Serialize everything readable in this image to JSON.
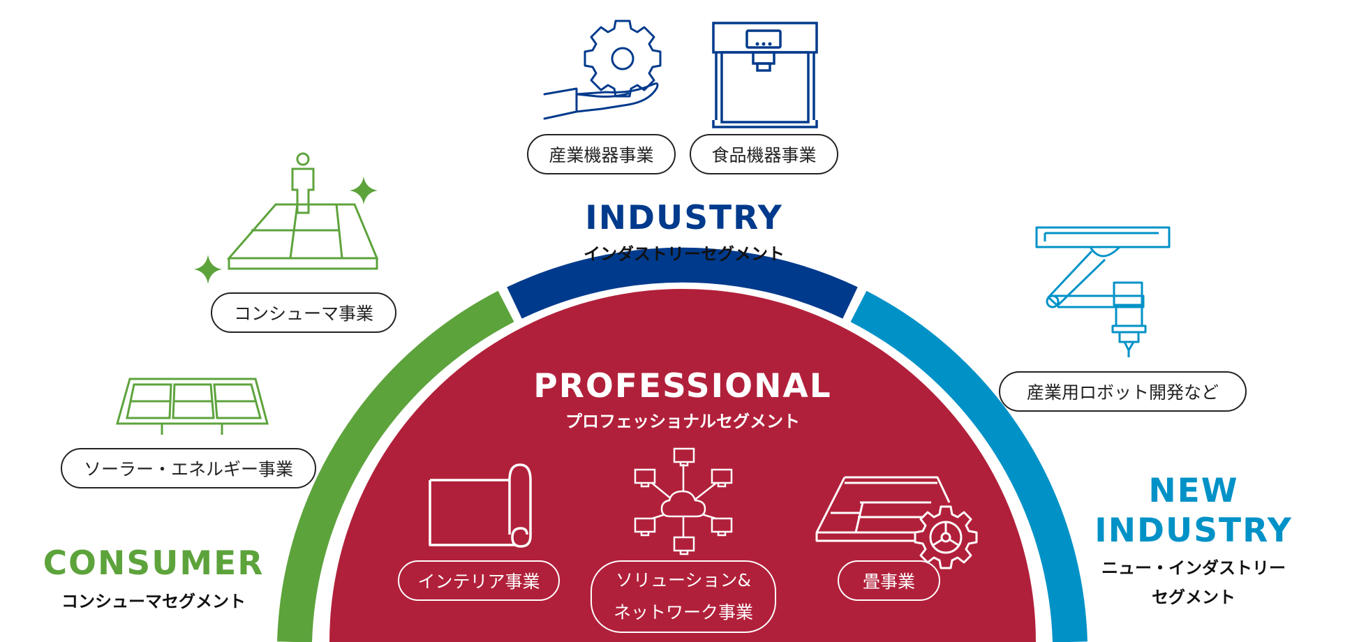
{
  "colors": {
    "industry": "#003a8c",
    "consumer": "#5da33c",
    "new_industry": "#0092c7",
    "professional": "#b1203a"
  },
  "segments": {
    "industry": {
      "title": "INDUSTRY",
      "subtitle": "インダストリーセグメント",
      "businesses": [
        "産業機器事業",
        "食品機器事業"
      ],
      "icons": [
        "gear-hand-icon",
        "food-machine-icon"
      ]
    },
    "consumer": {
      "title": "CONSUMER",
      "subtitle": "コンシューマセグメント",
      "businesses": [
        "コンシューマ事業",
        "ソーラー・エネルギー事業"
      ],
      "icons": [
        "tatami-person-icon",
        "solar-panel-icon"
      ]
    },
    "new_industry": {
      "title_line1": "NEW",
      "title_line2": "INDUSTRY",
      "subtitle_line1": "ニュー・インダストリー",
      "subtitle_line2": "セグメント",
      "businesses": [
        "産業用ロボット開発など"
      ],
      "icons": [
        "robot-arm-icon"
      ]
    },
    "professional": {
      "title": "PROFESSIONAL",
      "subtitle": "プロフェッショナルセグメント",
      "businesses": [
        "インテリア事業",
        "ソリューション&",
        "ネットワーク事業",
        "畳事業"
      ],
      "icons": [
        "carpet-roll-icon",
        "cloud-network-icon",
        "tatami-gear-icon"
      ]
    }
  }
}
